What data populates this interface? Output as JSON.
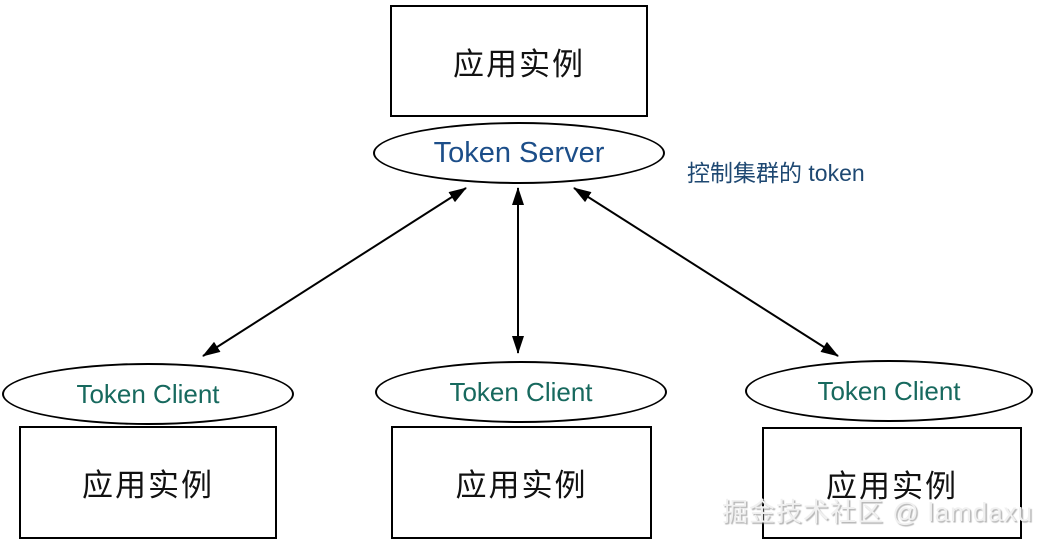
{
  "diagram": {
    "title_hint": "cluster-flow-control-topology",
    "top_instance": {
      "label": "应用实例"
    },
    "token_server": {
      "label": "Token Server"
    },
    "annotation": {
      "label": "控制集群的 token"
    },
    "clients": [
      {
        "client_label": "Token Client",
        "instance_label": "应用实例"
      },
      {
        "client_label": "Token Client",
        "instance_label": "应用实例"
      },
      {
        "client_label": "Token Client",
        "instance_label": "应用实例"
      }
    ],
    "watermark": "掘金技术社区 @ lamdaxu",
    "colors": {
      "server_text": "#1c4e89",
      "client_text": "#17695e",
      "annotation_text": "#1e4872",
      "stroke": "#000000"
    }
  }
}
